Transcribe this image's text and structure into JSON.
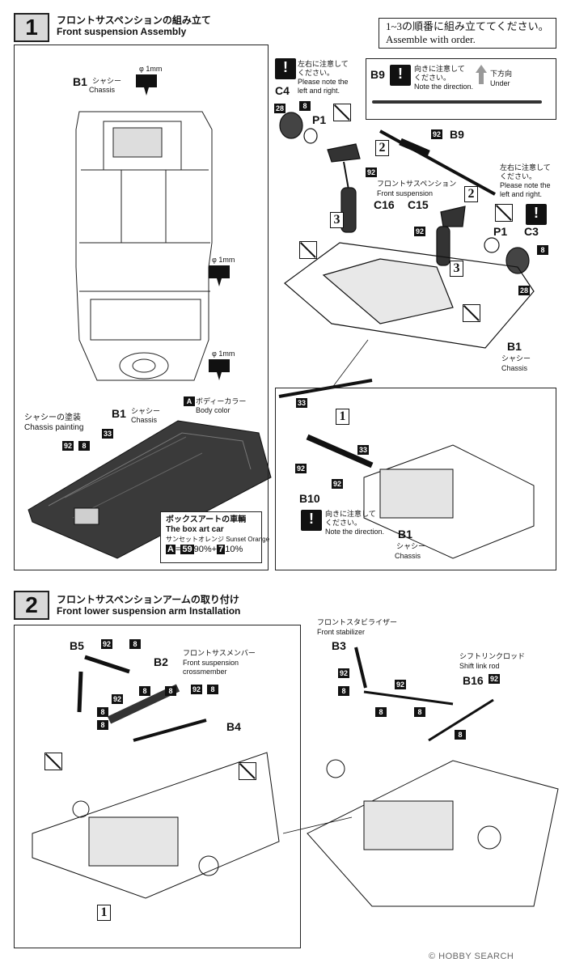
{
  "step1": {
    "number": "1",
    "title_jp": "フロントサスペンションの組み立て",
    "title_en": "Front suspension Assembly",
    "order_note_jp": "1~3の順番に組み立ててください。",
    "order_note_en": "Assemble with order.",
    "b1_top": {
      "code": "B1",
      "jp": "シャシー",
      "en": "Chassis"
    },
    "drill_1": "φ 1mm",
    "drill_2": "φ 1mm",
    "drill_3": "φ 1mm",
    "c4": {
      "code": "C4",
      "note_jp": "左右に注意して\nください。",
      "note_en": "Please note the\nleft and right."
    },
    "b9_box": {
      "code": "B9",
      "note_jp": "向きに注意して\nください。",
      "note_en": "Note the direction.",
      "under_jp": "下方向",
      "under_en": "Under"
    },
    "p1_left": "P1",
    "p1_right": "P1",
    "b9": "B9",
    "front_susp_jp": "フロントサスペンション",
    "front_susp_en": "Front suspension",
    "c16": "C16",
    "c15": "C15",
    "c3": {
      "code": "C3",
      "note_jp": "左右に注意して\nください。",
      "note_en": "Please note the\nleft and right."
    },
    "b1_right": {
      "code": "B1",
      "jp": "シャシー",
      "en": "Chassis"
    },
    "chassis_painting_jp": "シャシーの塗装",
    "chassis_painting_en": "Chassis painting",
    "b1_mid": {
      "code": "B1",
      "jp": "シャシー",
      "en": "Chassis"
    },
    "body_color_jp": "ボディーカラー",
    "body_color_en": "Body color",
    "body_color_code": "A",
    "boxart": {
      "jp": "ボックスアートの車輌",
      "en": "The box art car",
      "color_jp": "サンセットオレンジ",
      "color_en": "Sunset Orange",
      "mix_a": "A",
      "eq": "=",
      "mix_59": "59",
      "pct1": "90%",
      "plus": "+",
      "mix_7": "7",
      "pct2": "10%"
    },
    "inset": {
      "b10": "B10",
      "note_jp": "向きに注意して\nください。",
      "note_en": "Note the direction.",
      "b1": {
        "code": "B1",
        "jp": "シャシー",
        "en": "Chassis"
      }
    },
    "codes": {
      "c28": "28",
      "c8": "8",
      "c92": "92",
      "c33": "33"
    },
    "num1": "1",
    "num2": "2",
    "num3": "3"
  },
  "step2": {
    "number": "2",
    "title_jp": "フロントサスペンションアームの取り付け",
    "title_en": "Front lower suspension arm Installation",
    "b5": "B5",
    "b2": "B2",
    "b4": "B4",
    "crossmember_jp": "フロントサスメンバー",
    "crossmember_en": "Front suspension\ncrossmember",
    "stab_jp": "フロントスタビライザー",
    "stab_en": "Front stabilizer",
    "b3": "B3",
    "shift_jp": "シフトリンクロッド",
    "shift_en": "Shift link rod",
    "b16": "B16",
    "num1": "1",
    "codes": {
      "c92": "92",
      "c8": "8"
    }
  },
  "watermark": "© HOBBY SEARCH"
}
